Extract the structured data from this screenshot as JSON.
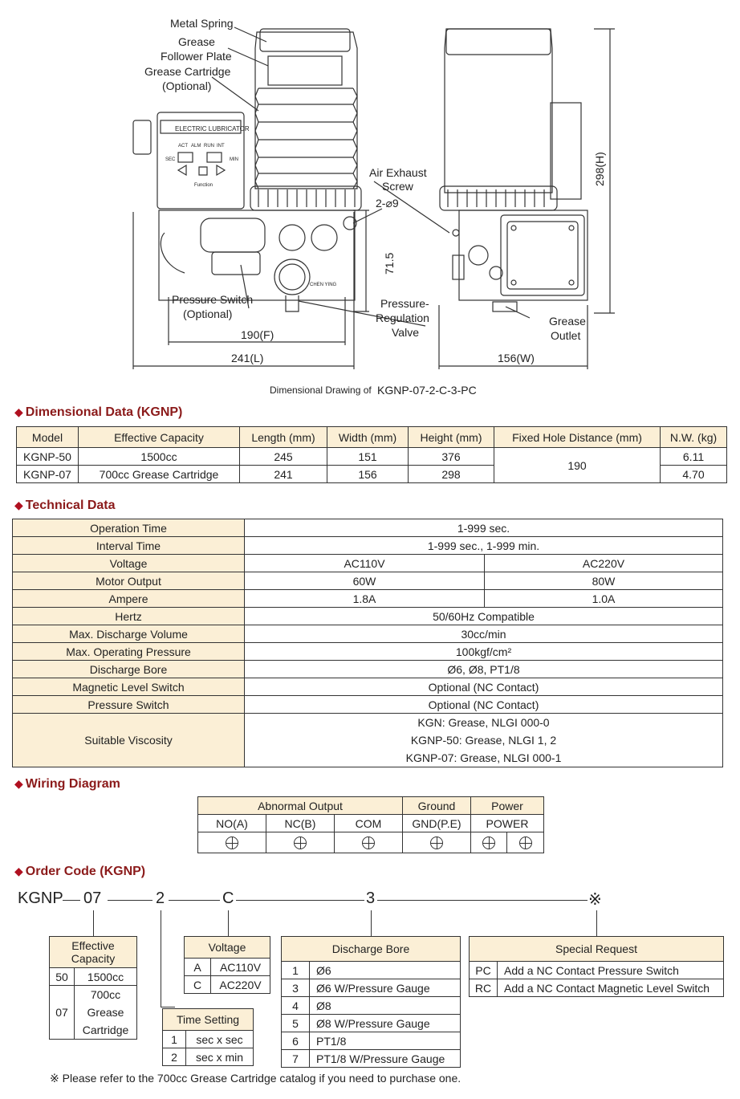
{
  "drawing": {
    "labels": {
      "metal_spring": "Metal Spring",
      "grease_follower_1": "Grease",
      "grease_follower_2": "Follower Plate",
      "grease_cartridge_1": "Grease Cartridge",
      "grease_cartridge_2": "(Optional)",
      "air_exhaust_1": "Air Exhaust",
      "air_exhaust_2": "Screw",
      "hole": "2-⌀9",
      "dim_715": "71.5",
      "dim_298": "298(H)",
      "pressure_switch_1": "Pressure Switch",
      "pressure_switch_2": "(Optional)",
      "pressure_reg_1": "Pressure-",
      "pressure_reg_2": "Regulation",
      "pressure_reg_3": "Valve",
      "grease_outlet_1": "Grease",
      "grease_outlet_2": "Outlet",
      "dim_190": "190(F)",
      "dim_241": "241(L)",
      "dim_156": "156(W)",
      "panel_title": "ELECTRIC LUBRICATOR",
      "panel_act": "ACT",
      "panel_alm": "ALM",
      "panel_run": "RUN",
      "panel_int": "INT",
      "panel_sec": "SEC",
      "panel_min": "MIN",
      "panel_func": "Function",
      "maker": "CHEN YING"
    },
    "caption_prefix": "Dimensional Drawing of",
    "caption_model": "KGNP-07-2-C-3-PC"
  },
  "dimensional": {
    "title": "Dimensional Data (KGNP)",
    "headers": [
      "Model",
      "Effective Capacity",
      "Length (mm)",
      "Width (mm)",
      "Height (mm)",
      "Fixed Hole Distance (mm)",
      "N.W. (kg)"
    ],
    "rows": [
      [
        "KGNP-50",
        "1500cc",
        "245",
        "151",
        "376",
        "6.11"
      ],
      [
        "KGNP-07",
        "700cc Grease Cartridge",
        "241",
        "156",
        "298",
        "4.70"
      ]
    ],
    "fixed_hole": "190"
  },
  "technical": {
    "title": "Technical Data",
    "operation_time": [
      "Operation Time",
      "1-999 sec."
    ],
    "interval_time": [
      "Interval Time",
      "1-999 sec., 1-999 min."
    ],
    "voltage": [
      "Voltage",
      "AC110V",
      "AC220V"
    ],
    "motor_output": [
      "Motor Output",
      "60W",
      "80W"
    ],
    "ampere": [
      "Ampere",
      "1.8A",
      "1.0A"
    ],
    "hertz": [
      "Hertz",
      "50/60Hz Compatible"
    ],
    "discharge_volume": [
      "Max. Discharge Volume",
      "30cc/min"
    ],
    "operating_pressure": [
      "Max. Operating Pressure",
      "100kgf/cm²"
    ],
    "discharge_bore": [
      "Discharge Bore",
      "Ø6, Ø8, PT1/8"
    ],
    "magnetic_switch": [
      "Magnetic Level Switch",
      "Optional (NC Contact)"
    ],
    "pressure_switch": [
      "Pressure Switch",
      "Optional (NC Contact)"
    ],
    "viscosity_label": "Suitable Viscosity",
    "viscosity_values": [
      "KGN: Grease, NLGI 000-0",
      "KGNP-50: Grease, NLGI 1, 2",
      "KGNP-07: Grease, NLGI 000-1"
    ]
  },
  "wiring": {
    "title": "Wiring Diagram",
    "group_abnormal": "Abnormal Output",
    "group_ground": "Ground",
    "group_power": "Power",
    "no": "NO(A)",
    "nc": "NC(B)",
    "com": "COM",
    "gnd": "GND(P.E)",
    "power": "POWER"
  },
  "order": {
    "title": "Order Code (KGNP)",
    "code": [
      "KGNP",
      "07",
      "2",
      "C",
      "3",
      "※"
    ],
    "capacity": {
      "header": "Effective Capacity",
      "rows": [
        [
          "50",
          "1500cc"
        ],
        [
          "07",
          "700cc",
          "Grease",
          "Cartridge"
        ]
      ]
    },
    "time": {
      "header": "Time Setting",
      "rows": [
        [
          "1",
          "sec x sec"
        ],
        [
          "2",
          "sec x min"
        ]
      ]
    },
    "voltage": {
      "header": "Voltage",
      "rows": [
        [
          "A",
          "AC110V"
        ],
        [
          "C",
          "AC220V"
        ]
      ]
    },
    "bore": {
      "header": "Discharge Bore",
      "rows": [
        [
          "1",
          "Ø6"
        ],
        [
          "3",
          "Ø6 W/Pressure Gauge"
        ],
        [
          "4",
          "Ø8"
        ],
        [
          "5",
          "Ø8 W/Pressure Gauge"
        ],
        [
          "6",
          "PT1/8"
        ],
        [
          "7",
          "PT1/8 W/Pressure Gauge"
        ]
      ]
    },
    "special": {
      "header": "Special Request",
      "rows": [
        [
          "PC",
          "Add a NC Contact Pressure Switch"
        ],
        [
          "RC",
          "Add a NC Contact Magnetic Level Switch"
        ]
      ]
    },
    "note": "※  Please refer to the 700cc Grease Cartridge catalog if you need to purchase one."
  }
}
